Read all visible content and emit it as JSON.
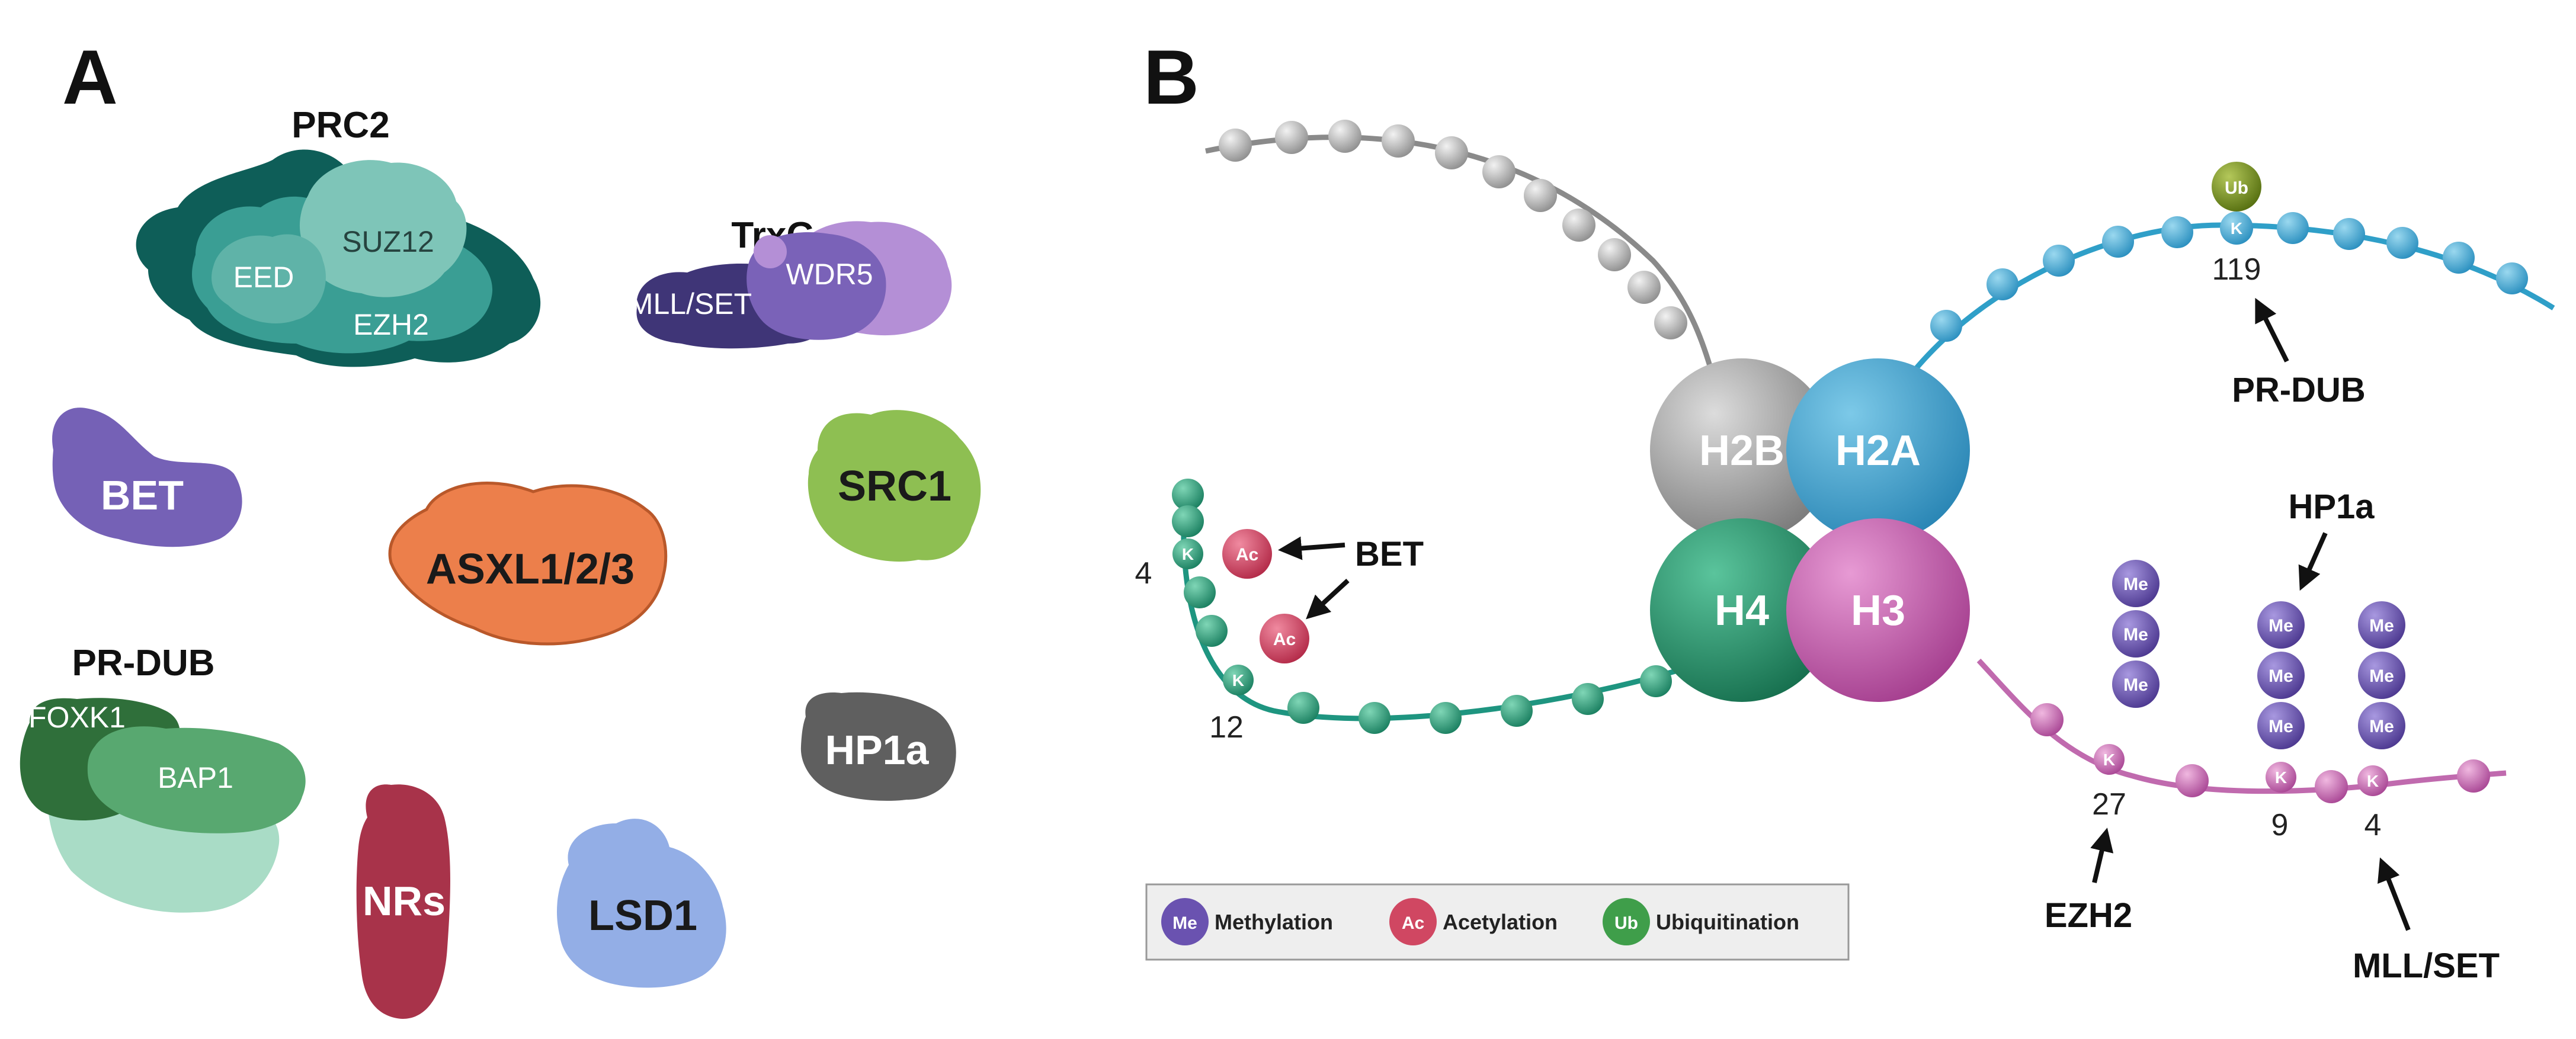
{
  "panel_a": {
    "letter": "A",
    "prc2": {
      "title": "PRC2",
      "suz12": "SUZ12",
      "eed": "EED",
      "ezh2": "EZH2"
    },
    "trxg": {
      "title": "TrxG",
      "mll": "MLL/SET",
      "wdr5": "WDR5"
    },
    "bet": "BET",
    "src1": "SRC1",
    "asxl": "ASXL1/2/3",
    "prdub": {
      "title": "PR-DUB",
      "foxk1": "FOXK1",
      "bap1": "BAP1"
    },
    "hp1a": "HP1a",
    "nrs": "NRs",
    "lsd1": "LSD1",
    "colors": {
      "prc2_dark": "#0e5e58",
      "prc2_mid": "#3a9e94",
      "prc2_light": "#7ec5b8",
      "trxg_dark": "#3f3577",
      "trxg_mid": "#7a62b8",
      "trxg_light": "#b48fd6",
      "bet": "#7561b6",
      "src1": "#8ebf52",
      "asxl": "#ec7f4b",
      "prdub_dark": "#2f6f3a",
      "prdub_mid": "#58a870",
      "prdub_light": "#a9dcc6",
      "hp1a": "#5f5f5f",
      "nrs": "#a8334a",
      "lsd1": "#93aee6"
    }
  },
  "panel_b": {
    "letter": "B",
    "histones": {
      "h2b": "H2B",
      "h2a": "H2A",
      "h4": "H4",
      "h3": "H3"
    },
    "marks": {
      "ub": "Ub",
      "ac": "Ac",
      "me": "Me",
      "k": "K"
    },
    "positions": {
      "k119": "119",
      "k4_h4": "4",
      "k12": "12",
      "k27": "27",
      "k9": "9",
      "k4_h3": "4"
    },
    "annotations": {
      "prdub": "PR-DUB",
      "bet": "BET",
      "hp1a": "HP1a",
      "ezh2": "EZH2",
      "mllset": "MLL/SET"
    },
    "legend": {
      "methylation_mark": "Me",
      "methylation": "Methylation",
      "acetylation_mark": "Ac",
      "acetylation": "Acetylation",
      "ubiquitination_mark": "Ub",
      "ubiquitination": "Ubiquitination"
    },
    "colors": {
      "h2b": "#b5b5b5",
      "h2a": "#3aa6d0",
      "h4": "#2c9a76",
      "h3": "#c05aa8",
      "tail_grey": "#8a8a8a",
      "tail_blue": "#2f9fc8",
      "tail_teal": "#1e9580",
      "tail_pink": "#c06aae",
      "ac": "#d04762",
      "me": "#6a52b0",
      "ub": "#6f8f1e",
      "ub_legend": "#3f9e4a"
    }
  }
}
